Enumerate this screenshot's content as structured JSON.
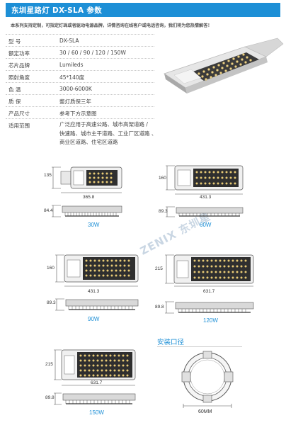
{
  "header": {
    "title": "东圳星路灯  DX-SLA 参数"
  },
  "intro": "本系列支持定制，可指定灯珠或者驱动电源品牌，详情咨询在线客户或电话咨询，我们将为您热情解答！",
  "specs": [
    {
      "label": "型    号",
      "value": "DX-SLA"
    },
    {
      "label": "额定功率",
      "value": "30 / 60 / 90 / 120 / 150W"
    },
    {
      "label": "芯片品牌",
      "value": "Lumileds"
    },
    {
      "label": "照射角度",
      "value": "45*140度"
    },
    {
      "label": "色    温",
      "value": "3000-6000K"
    },
    {
      "label": "质    保",
      "value": "整灯质保三年"
    },
    {
      "label": "产品尺寸",
      "value": "参考下方示意图"
    }
  ],
  "application": {
    "label": "适用范围",
    "lines": [
      "广泛应用于高速公路、城市高架道路 /",
      "快速路、城市主干道路、工业厂区道路 、",
      "商业区道路、住宅区道路"
    ]
  },
  "models": [
    {
      "watt": "30W",
      "height": "135",
      "length": "365.8",
      "depth": "84.4"
    },
    {
      "watt": "60W",
      "height": "160",
      "length": "431.3",
      "depth": "89.3"
    },
    {
      "watt": "90W",
      "height": "160",
      "length": "431.3",
      "depth": "89.3"
    },
    {
      "watt": "120W",
      "height": "215",
      "length": "631.7",
      "depth": "89.8"
    },
    {
      "watt": "150W",
      "height": "215",
      "length": "631.7",
      "depth": "89.8"
    }
  ],
  "installation": {
    "title": "安装口径",
    "diameter": "60MM"
  },
  "watermark": "ZENIX 东圳星",
  "colors": {
    "accent": "#1d8fd6",
    "lamp_body": "#dcdcdc",
    "led": "#e9cf86"
  }
}
